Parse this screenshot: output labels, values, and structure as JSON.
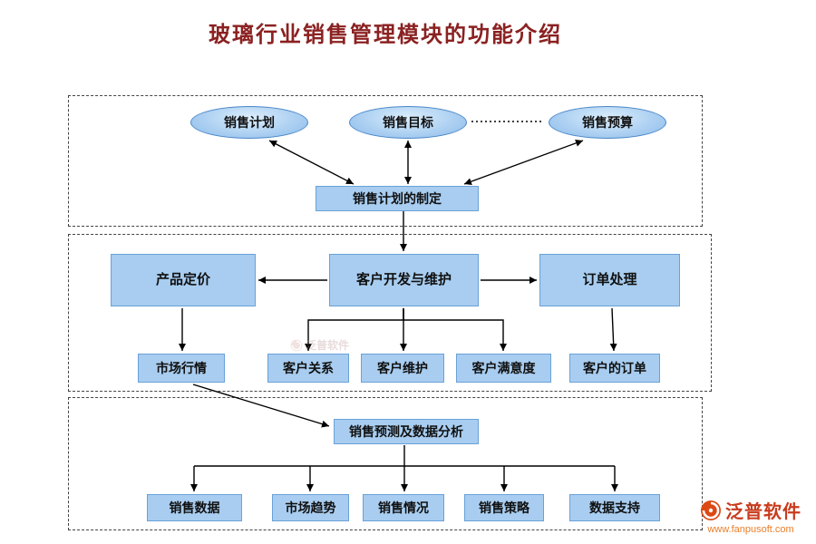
{
  "title": "玻璃行业销售管理模块的功能介绍",
  "sections": {
    "planning": {
      "plan": "销售计划",
      "target": "销售目标",
      "budget": "销售预算",
      "formulate": "销售计划的制定"
    },
    "customer": {
      "pricing": "产品定价",
      "develop": "客户开发与维护",
      "order": "订单处理",
      "market": "市场行情",
      "relation": "客户关系",
      "maintain": "客户维护",
      "satisfy": "客户满意度",
      "cust_order": "客户的订单"
    },
    "forecast": {
      "analysis": "销售预测及数据分析",
      "sales_data": "销售数据",
      "trend": "市场趋势",
      "situation": "销售情况",
      "strategy": "销售策略",
      "support": "数据支持"
    }
  },
  "watermark": {
    "brand": "泛普软件",
    "url": "www.fanpusoft.com"
  },
  "colors": {
    "title": "#8b2121",
    "node_fill": "#a8cdf0",
    "node_border": "#6aa1d8",
    "brand_red": "#c83c1e",
    "brand_orange": "#e87f2a"
  }
}
